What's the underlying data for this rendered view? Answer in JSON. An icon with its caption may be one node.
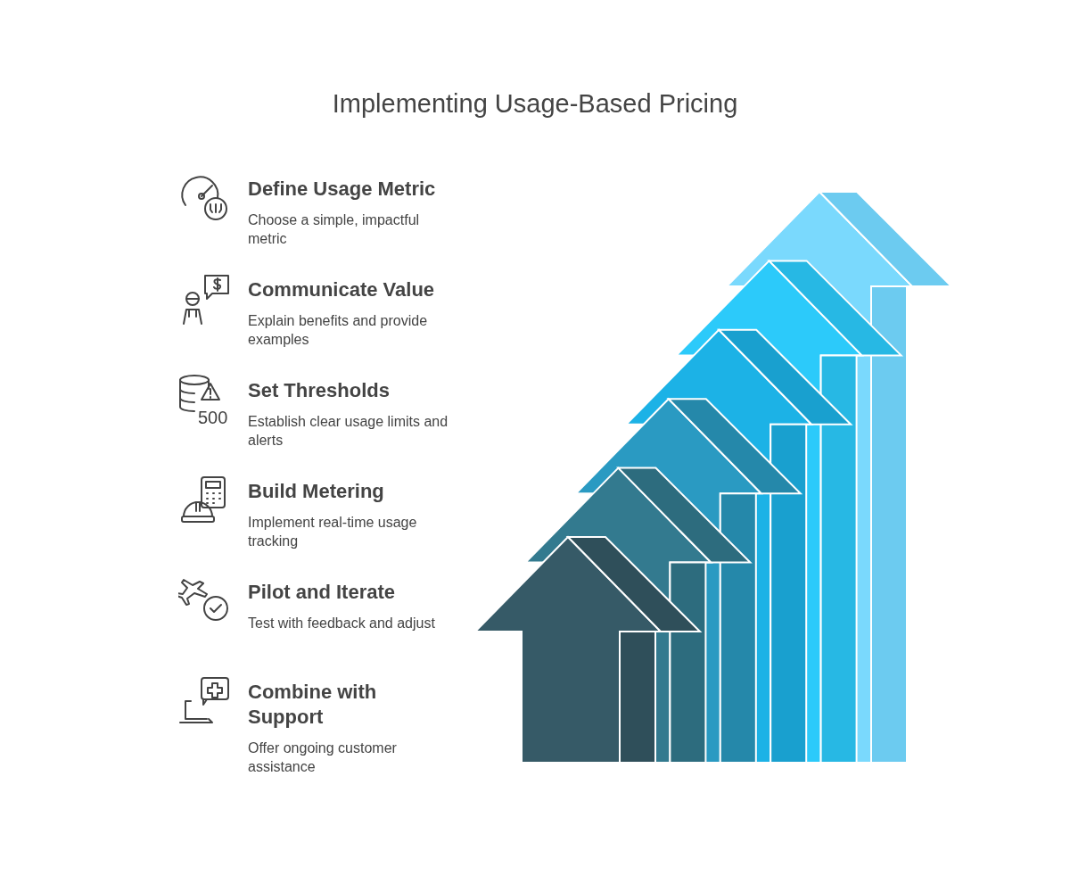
{
  "diagram": {
    "title": "Implementing Usage-Based Pricing",
    "nodes": [
      {
        "text": [
          "Define Usage Metric",
          "Choose a simple, impactful metric"
        ]
      },
      {
        "text": [
          "Communicate Value",
          "Explain benefits and provide examples"
        ]
      },
      {
        "text": [
          "Set Thresholds",
          "Establish clear usage limits and alerts"
        ]
      },
      {
        "text": [
          "Build Metering",
          "Implement real-time usage tracking"
        ]
      },
      {
        "text": [
          "Pilot and Iterate",
          "Test with feedback and adjust"
        ]
      },
      {
        "text": [
          "Combine with Support",
          "Offer ongoing customer assistance"
        ]
      }
    ],
    "edges": [],
    "labels": [
      "500"
    ]
  }
}
